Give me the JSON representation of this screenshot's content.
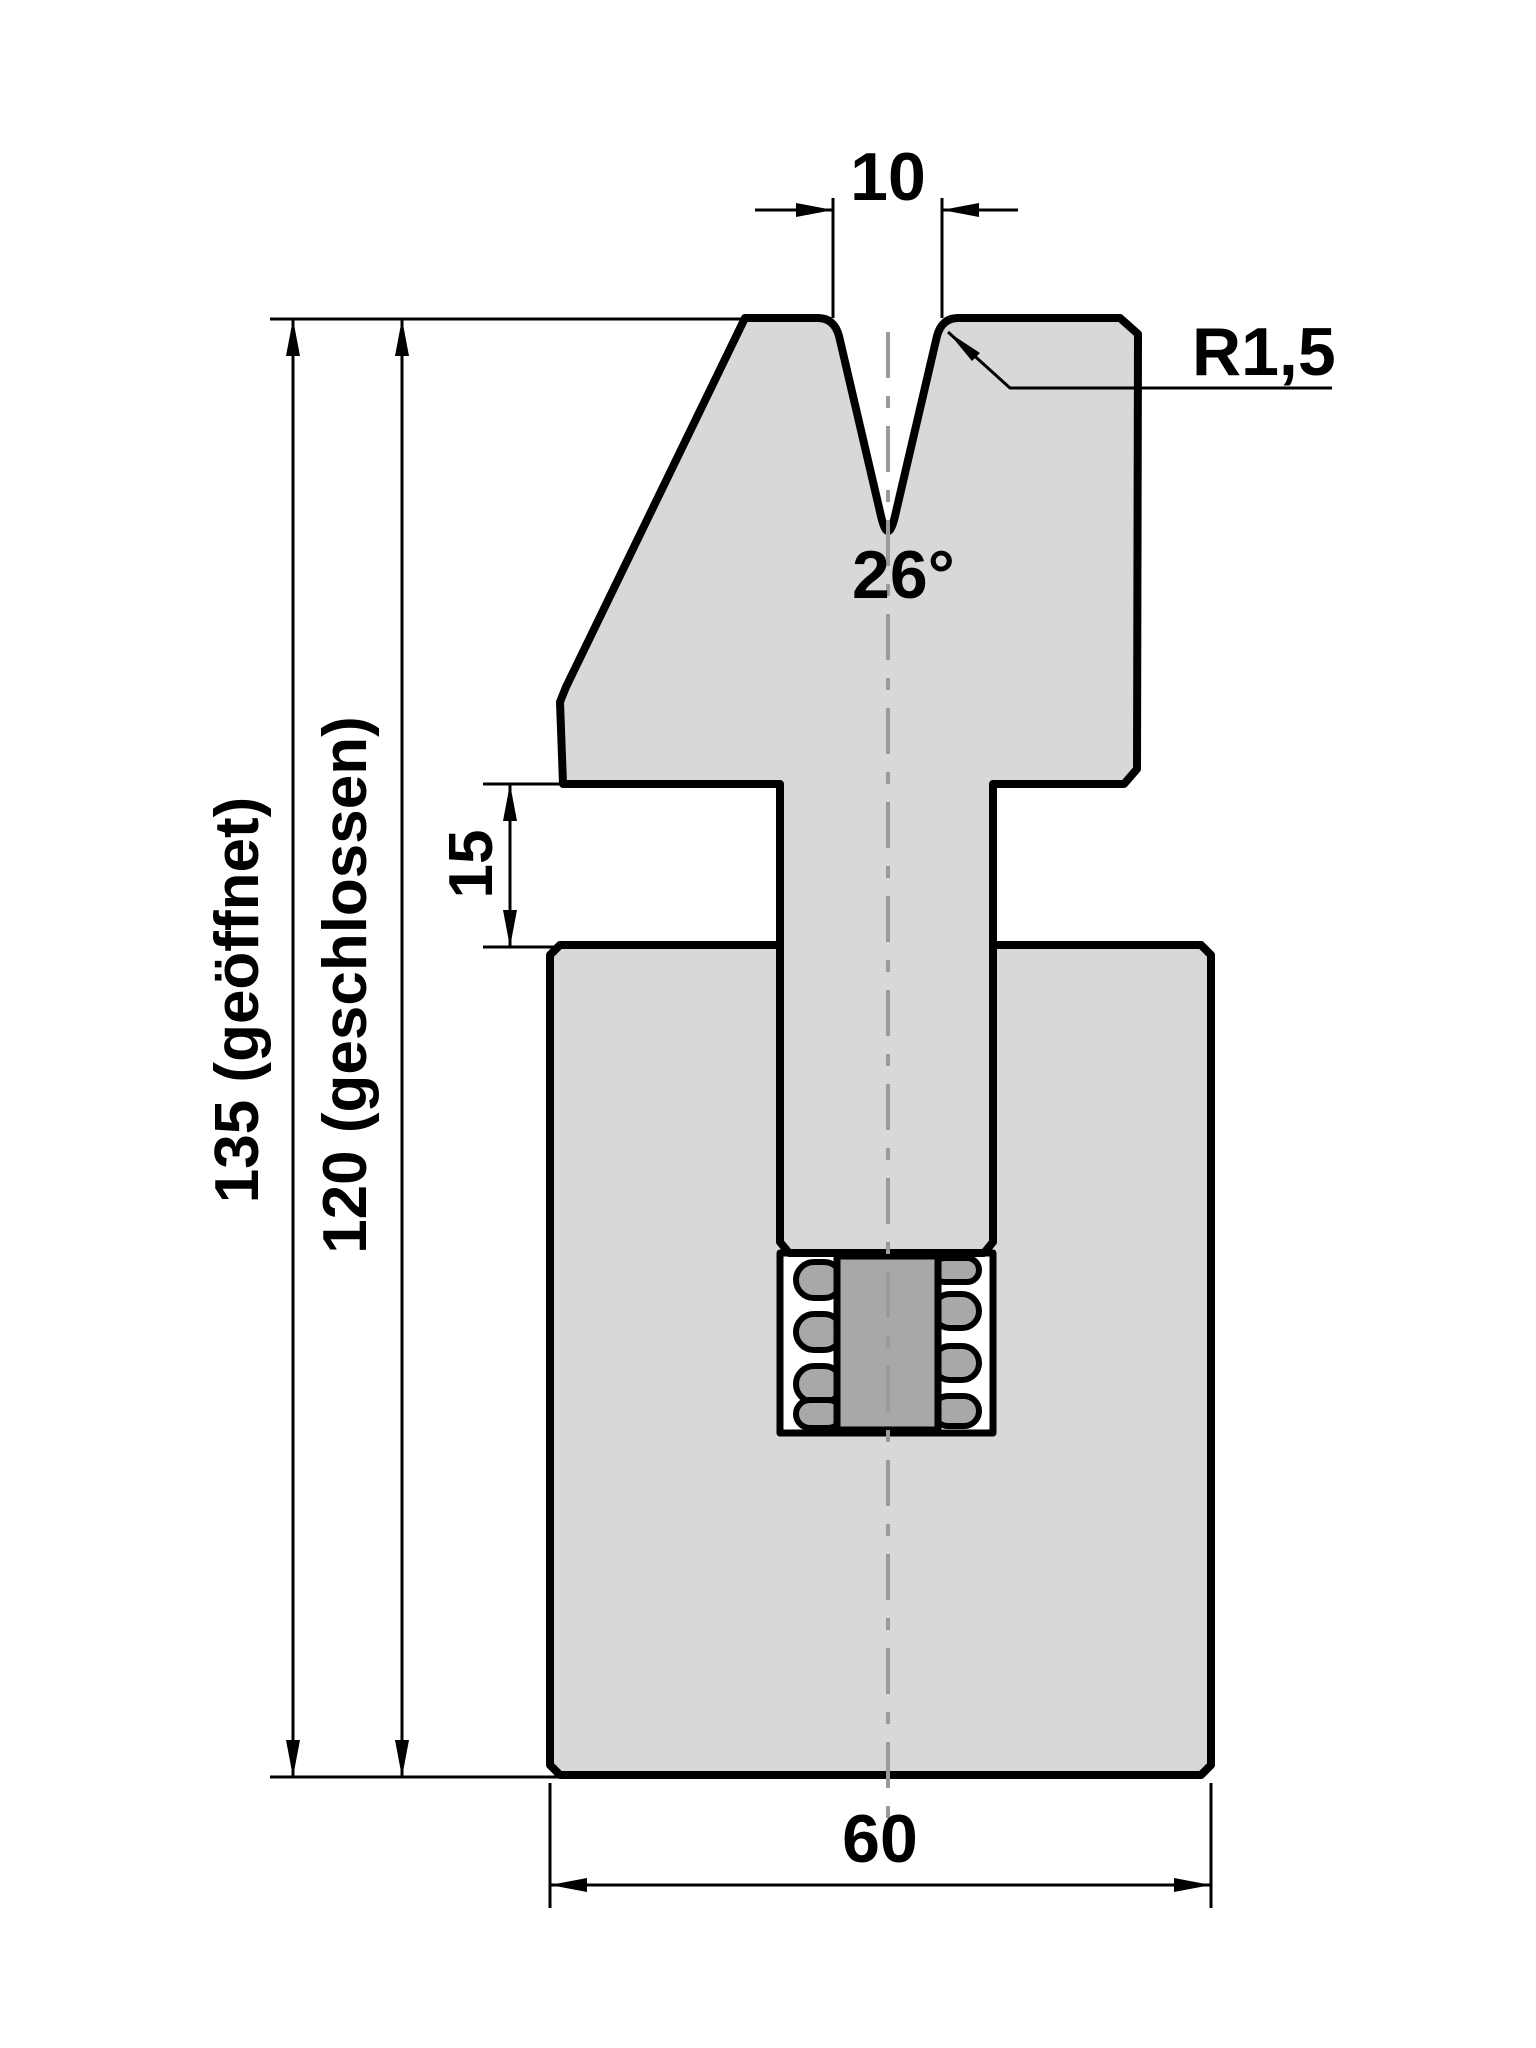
{
  "drawing": {
    "kind": "press-brake die cross-section, technical drawing",
    "dimensions": {
      "groove_width": "10",
      "groove_radius": "R1,5",
      "groove_angle": "26°",
      "spring_stroke": "15",
      "height_open": "135 (geöffnet)",
      "height_closed": "120 (geschlossen)",
      "base_width": "60"
    },
    "colors": {
      "background": "#ffffff",
      "body_fill": "#d8d8d8",
      "insert_fill": "#a8a8a8",
      "pocket_fill": "#ffffff",
      "outline": "#000000",
      "centerline": "#9a9a9a"
    }
  }
}
